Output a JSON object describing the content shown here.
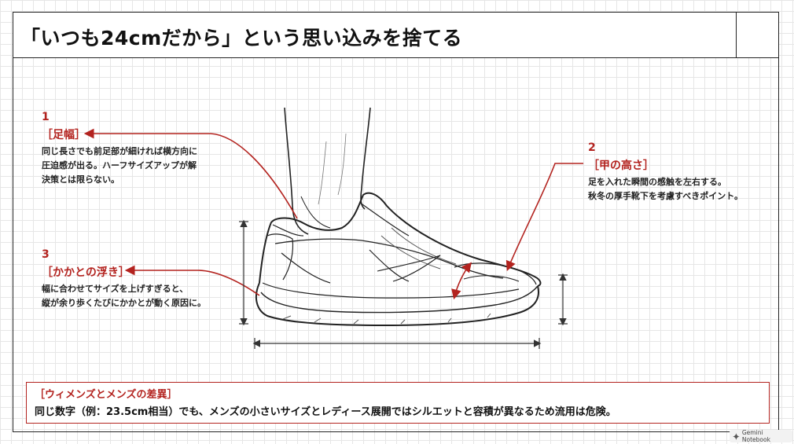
{
  "title": "「いつも24cmだから」という思い込みを捨てる",
  "callouts": [
    {
      "number": "1",
      "heading": "［足幅］",
      "body": "同じ長さでも前足部が細ければ横方向に\n圧迫感が出る。ハーフサイズアップが解\n決策とは限らない。"
    },
    {
      "number": "2",
      "heading": "［甲の高さ］",
      "body": "足を入れた瞬間の感触を左右する。\n秋冬の厚手靴下を考慮すべきポイント。"
    },
    {
      "number": "3",
      "heading": "［かかとの浮き］",
      "body": "幅に合わせてサイズを上げすぎると、\n縦が余り歩くたびにかかとが動く原因に。"
    }
  ],
  "summary": {
    "heading": "［ウィメンズとメンズの差異］",
    "body": "同じ数字（例：23.5cm相当）でも、メンズの小さいサイズとレディース展開ではシルエットと容積が異なるため流用は危険。"
  },
  "watermark": "Gemini Notebook",
  "colors": {
    "accent": "#b3231f",
    "ink": "#222222",
    "grid": "#e6e6e6"
  }
}
